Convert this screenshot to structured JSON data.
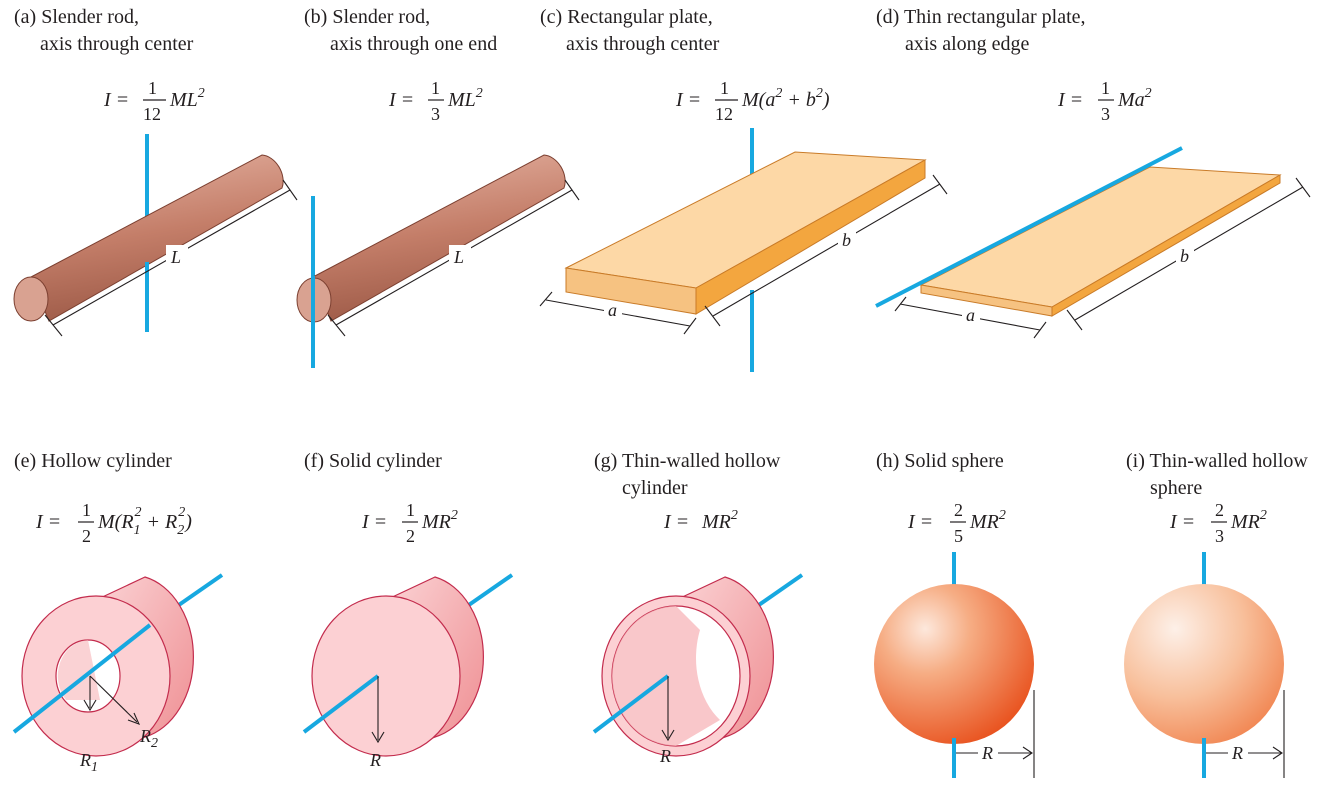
{
  "panels": {
    "a": {
      "tag": "(a)",
      "line1": "Slender rod,",
      "line2": "axis through center",
      "coef_num": "1",
      "coef_den": "12",
      "expr": "ML",
      "expr_sup": "2",
      "dim_label": "L"
    },
    "b": {
      "tag": "(b)",
      "line1": "Slender rod,",
      "line2": "axis through one end",
      "coef_num": "1",
      "coef_den": "3",
      "expr": "ML",
      "expr_sup": "2",
      "dim_label": "L"
    },
    "c": {
      "tag": "(c)",
      "line1": "Rectangular plate,",
      "line2": "axis through center",
      "coef_num": "1",
      "coef_den": "12",
      "expr": "M(a",
      "expr_sup": "2",
      "expr_mid": " + b",
      "expr_sup2": "2",
      "expr_end": ")",
      "dim_a": "a",
      "dim_b": "b"
    },
    "d": {
      "tag": "(d)",
      "line1": "Thin rectangular plate,",
      "line2": "axis along edge",
      "coef_num": "1",
      "coef_den": "3",
      "expr": "Ma",
      "expr_sup": "2",
      "dim_a": "a",
      "dim_b": "b"
    },
    "e": {
      "tag": "(e)",
      "line1": "Hollow cylinder",
      "coef_num": "1",
      "coef_den": "2",
      "expr": "M(R",
      "sub1": "1",
      "sup1": "2",
      "expr_mid": " + R",
      "sub2": "2",
      "sup2": "2",
      "expr_end": ")",
      "r1": "R",
      "r1_sub": "1",
      "r2": "R",
      "r2_sub": "2"
    },
    "f": {
      "tag": "(f)",
      "line1": "Solid cylinder",
      "coef_num": "1",
      "coef_den": "2",
      "expr": "MR",
      "expr_sup": "2",
      "r": "R"
    },
    "g": {
      "tag": "(g)",
      "line1": "Thin-walled hollow",
      "line2": "cylinder",
      "expr": "MR",
      "expr_sup": "2",
      "r": "R"
    },
    "h": {
      "tag": "(h)",
      "line1": "Solid sphere",
      "coef_num": "2",
      "coef_den": "5",
      "expr": "MR",
      "expr_sup": "2",
      "r": "R"
    },
    "i": {
      "tag": "(i)",
      "line1": "Thin-walled hollow",
      "line2": "sphere",
      "coef_num": "2",
      "coef_den": "3",
      "expr": "MR",
      "expr_sup": "2",
      "r": "R"
    }
  },
  "formula_prefix": "I =",
  "colors": {
    "axis": "#17a8e0",
    "rod": "#c9826e",
    "plate": "#fcd9a8",
    "plate_edge": "#f2a944",
    "cylinder": "#f7b4b8",
    "sphere": "#f0824a"
  }
}
